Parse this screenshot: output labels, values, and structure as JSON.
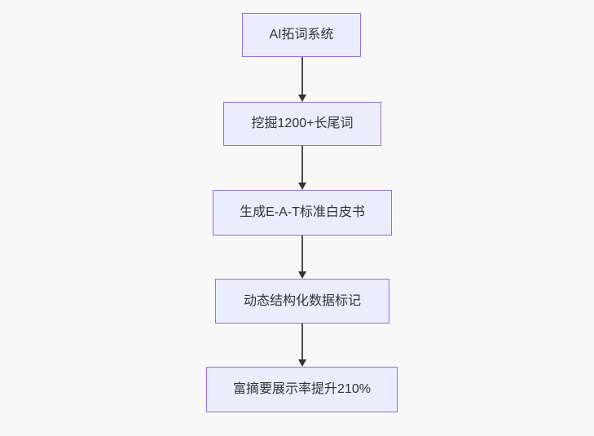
{
  "flowchart": {
    "title": "AI SEO flowchart",
    "direction": "top-down",
    "colors": {
      "bg": "#f8f8f8",
      "node_fill": "#ECECFF",
      "node_border": "#9370DB",
      "arrow_line": "#4d4d4d",
      "arrow_head": "#333333",
      "text": "#333333"
    },
    "nodes": [
      {
        "id": "n1",
        "label": "AI拓词系统"
      },
      {
        "id": "n2",
        "label": "挖掘1200+长尾词"
      },
      {
        "id": "n3",
        "label": "生成E-A-T标准白皮书"
      },
      {
        "id": "n4",
        "label": "动态结构化数据标记"
      },
      {
        "id": "n5",
        "label": "富摘要展示率提升210%"
      }
    ],
    "edges": [
      {
        "from": "n1",
        "to": "n2"
      },
      {
        "from": "n2",
        "to": "n3"
      },
      {
        "from": "n3",
        "to": "n4"
      },
      {
        "from": "n4",
        "to": "n5"
      }
    ]
  }
}
